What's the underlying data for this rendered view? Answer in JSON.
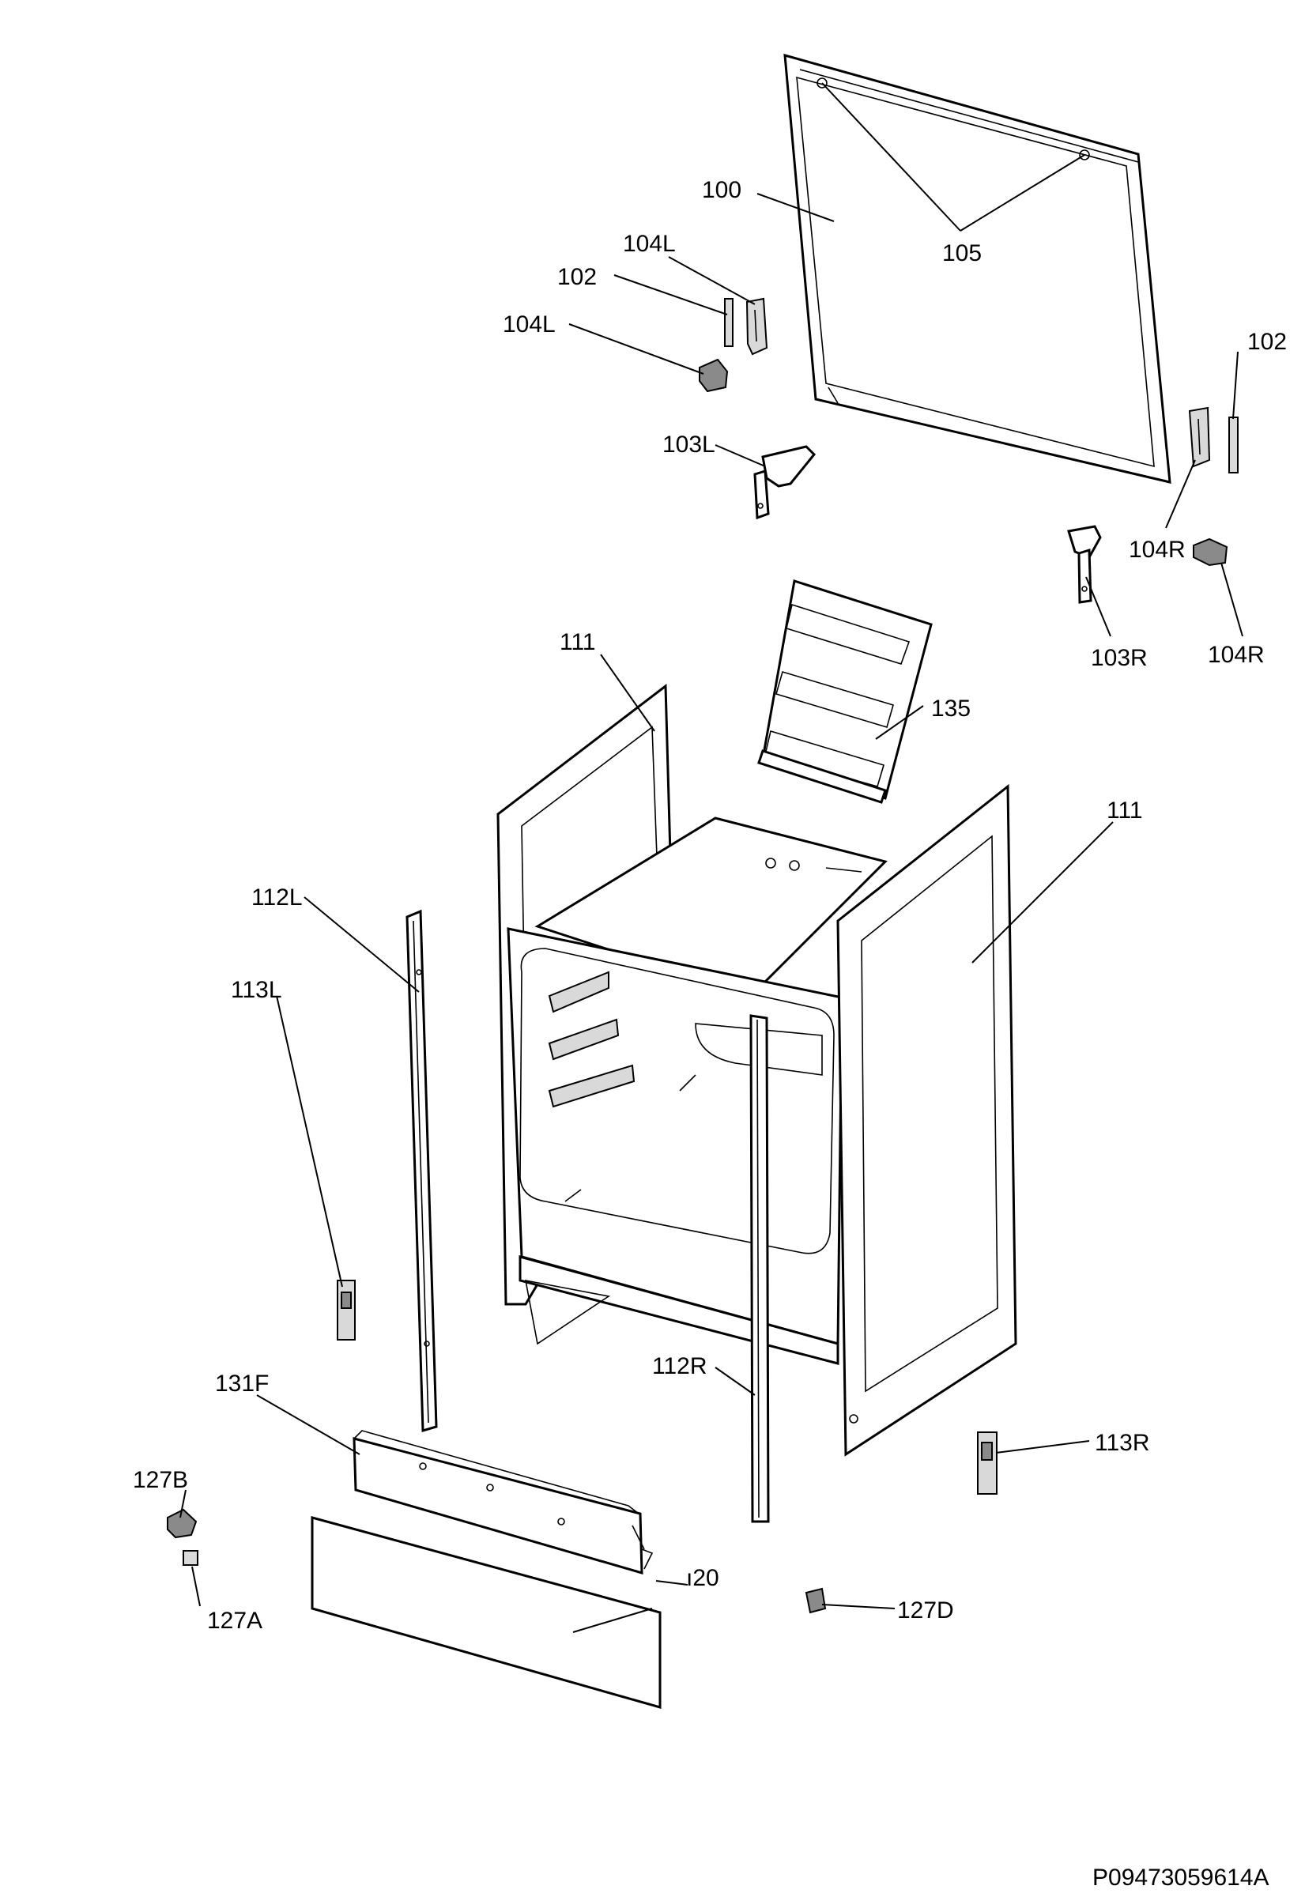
{
  "labels": {
    "l100": "100",
    "l105": "105",
    "l104L_a": "104L",
    "l102_a": "102",
    "l104L_b": "104L",
    "l103L": "103L",
    "l102_b": "102",
    "l104R_a": "104R",
    "l103R": "103R",
    "l104R_b": "104R",
    "l111_a": "111",
    "l135": "135",
    "l111_b": "111",
    "l112L": "112L",
    "l113L": "113L",
    "l112R": "112R",
    "l131F": "131F",
    "l113R": "113R",
    "l127B": "127B",
    "l120": "ı20",
    "l127A": "127A",
    "l127D": "127D"
  },
  "reference": "P09473059614A"
}
